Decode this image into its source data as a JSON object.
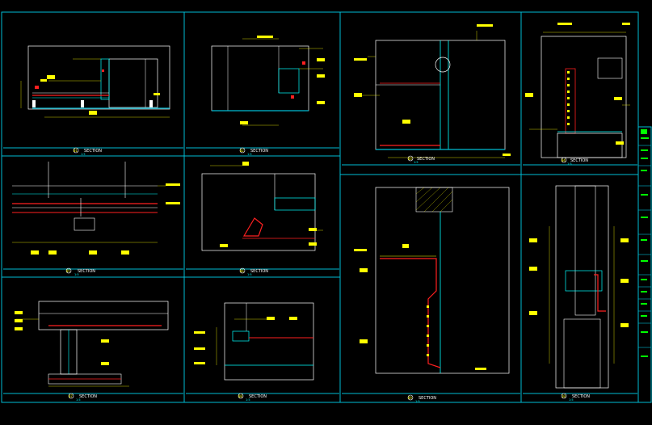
{
  "drawing": {
    "background": "#000000",
    "frame_color": "#00bcd4",
    "line_color": "#ffffff",
    "dim_color": "#ffff00",
    "accent_red": "#ff2020",
    "accent_cyan": "#00ffff",
    "accent_green": "#00ff00"
  },
  "panels": [
    {
      "id": "01",
      "caption": "SECTION",
      "scale": "1:5"
    },
    {
      "id": "02",
      "caption": "SECTION",
      "scale": "1:5"
    },
    {
      "id": "03",
      "caption": "SECTION",
      "scale": "1:5"
    },
    {
      "id": "04",
      "caption": "SECTION",
      "scale": "1:5"
    },
    {
      "id": "05",
      "caption": "SECTION",
      "scale": "1:5"
    },
    {
      "id": "06",
      "caption": "SECTION",
      "scale": "1:5"
    },
    {
      "id": "07",
      "caption": "SECTION",
      "scale": "1:5"
    },
    {
      "id": "08",
      "caption": "SECTION",
      "scale": "1:5"
    },
    {
      "id": "09",
      "caption": "SECTION",
      "scale": "1:5"
    },
    {
      "id": "10",
      "caption": "SECTION",
      "scale": "1:5"
    }
  ],
  "title_block": {
    "rows": [
      "",
      "",
      "",
      "",
      "",
      "",
      "",
      "",
      "",
      "",
      "",
      ""
    ]
  }
}
